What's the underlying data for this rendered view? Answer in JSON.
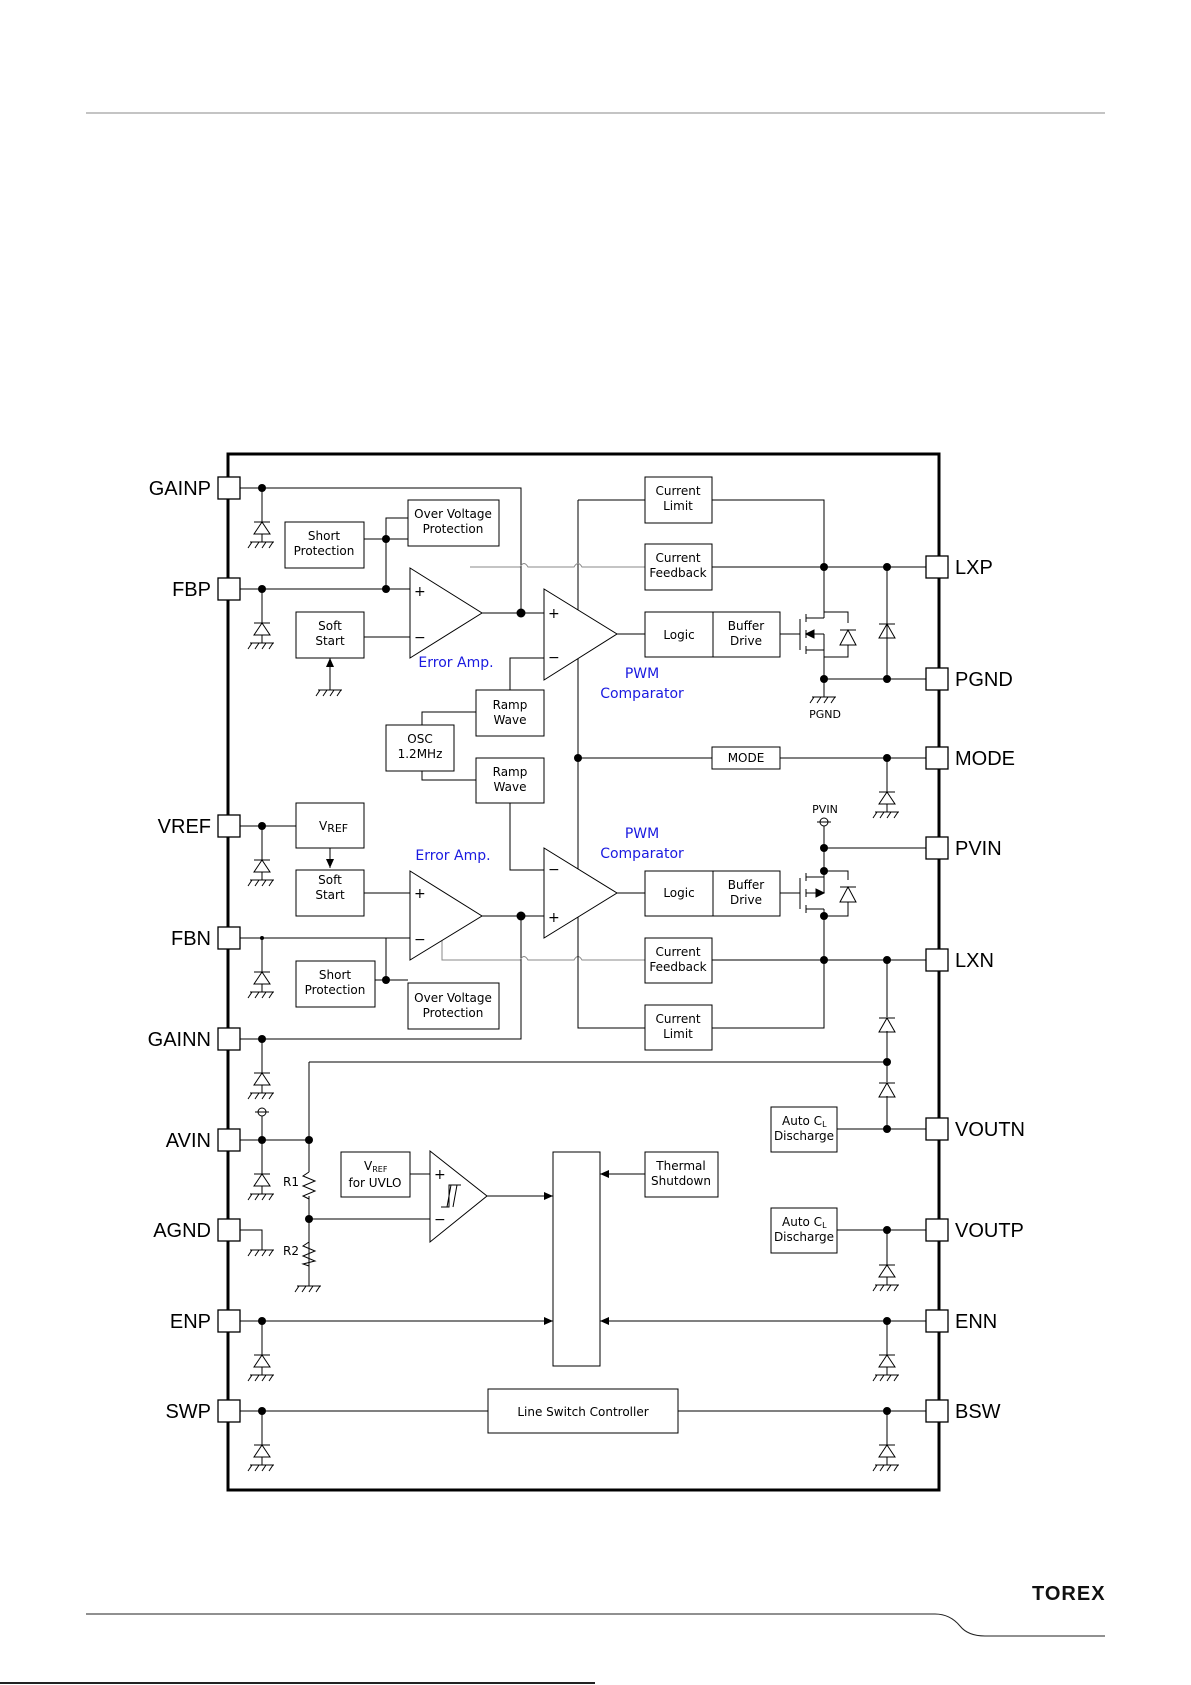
{
  "brand": "TOREX",
  "pins_left": [
    "GAINP",
    "FBP",
    "VREF",
    "FBN",
    "GAINN",
    "AVIN",
    "AGND",
    "ENP",
    "SWP"
  ],
  "pins_right": [
    "LXP",
    "PGND",
    "MODE",
    "PVIN",
    "LXN",
    "VOUTN",
    "VOUTP",
    "ENN",
    "BSW"
  ],
  "blocks": {
    "short_protection_top": [
      "Short",
      "Protection"
    ],
    "ovp_top": [
      "Over Voltage",
      "Protection"
    ],
    "soft_start_top": [
      "Soft",
      "Start"
    ],
    "current_limit_top": [
      "Current",
      "Limit"
    ],
    "current_feedback_top": [
      "Current",
      "Feedback"
    ],
    "logic_top": "Logic",
    "buffer_drive_top": [
      "Buffer",
      "Drive"
    ],
    "ramp_wave_top": [
      "Ramp",
      "Wave"
    ],
    "osc": [
      "OSC",
      "1.2MHz"
    ],
    "ramp_wave_bottom": [
      "Ramp",
      "Wave"
    ],
    "mode": "MODE",
    "vref": "V",
    "vref_sub": "REF",
    "soft_start_bottom": [
      "Soft",
      "Start"
    ],
    "logic_bottom": "Logic",
    "buffer_drive_bottom": [
      "Buffer",
      "Drive"
    ],
    "short_protection_bottom": [
      "Short",
      "Protection"
    ],
    "ovp_bottom": [
      "Over Voltage",
      "Protection"
    ],
    "current_feedback_bottom": [
      "Current",
      "Feedback"
    ],
    "current_limit_bottom": [
      "Current",
      "Limit"
    ],
    "auto_cl_top": [
      "Auto C",
      "L",
      "Discharge"
    ],
    "vref_uvlo": [
      "V",
      "REF",
      "for UVLO"
    ],
    "thermal": [
      "Thermal",
      "Shutdown"
    ],
    "auto_cl_bottom": [
      "Auto C",
      "L",
      "Discharge"
    ],
    "line_switch": "Line Switch Controller"
  },
  "labels": {
    "error_amp_top": "Error Amp.",
    "pwm_top": [
      "PWM",
      "Comparator"
    ],
    "pwm_bottom": [
      "PWM",
      "Comparator"
    ],
    "error_amp_bottom": "Error Amp.",
    "pgnd_node": "PGND",
    "pvin_node": "PVIN",
    "r1": "R1",
    "r2": "R2",
    "plus": "+",
    "minus": "−"
  }
}
